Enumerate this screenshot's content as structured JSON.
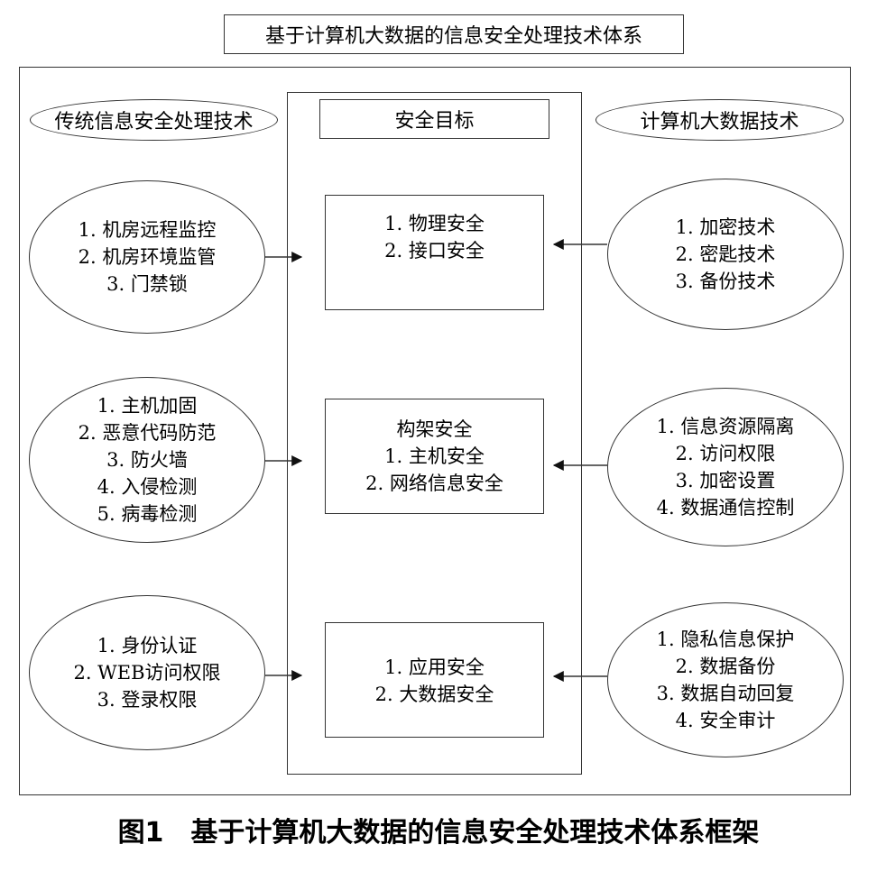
{
  "title": "基于计算机大数据的信息安全处理技术体系",
  "left_header": "传统信息安全处理技术",
  "center_header": "安全目标",
  "right_header": "计算机大数据技术",
  "left_groups": [
    [
      "1. 机房远程监控",
      "2. 机房环境监管",
      "3. 门禁锁"
    ],
    [
      "1. 主机加固",
      "2. 恶意代码防范",
      "3. 防火墙",
      "4. 入侵检测",
      "5. 病毒检测"
    ],
    [
      "1. 身份认证",
      "2. WEB访问权限",
      "3. 登录权限"
    ]
  ],
  "center_groups": [
    [
      "1. 物理安全",
      "2. 接口安全"
    ],
    [
      "构架安全",
      "1. 主机安全",
      "2. 网络信息安全"
    ],
    [
      "1. 应用安全",
      "2. 大数据安全"
    ]
  ],
  "right_groups": [
    [
      "1. 加密技术",
      "2. 密匙技术",
      "3. 备份技术"
    ],
    [
      "1. 信息资源隔离",
      "2. 访问权限",
      "3. 加密设置",
      "4. 数据通信控制"
    ],
    [
      "1. 隐私信息保护",
      "2. 数据备份",
      "3. 数据自动回复",
      "4. 安全审计"
    ]
  ],
  "caption": "图1　基于计算机大数据的信息安全处理技术体系框架"
}
